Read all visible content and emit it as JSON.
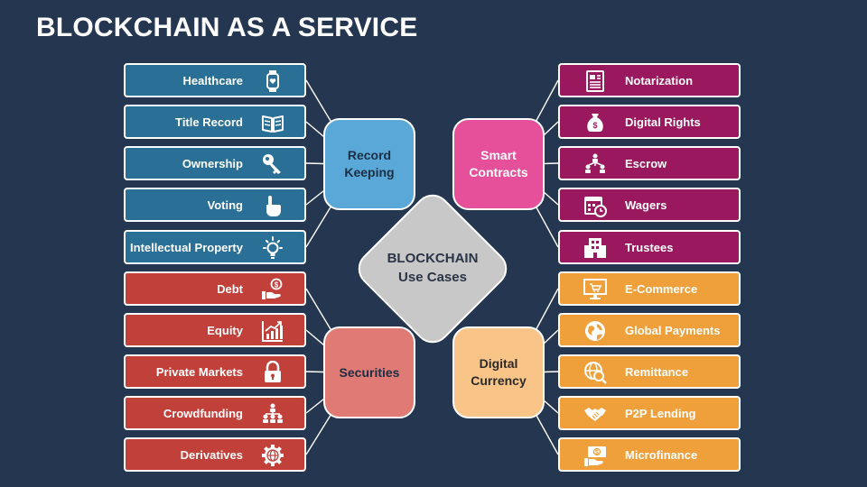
{
  "title": "BLOCKCHAIN AS A SERVICE",
  "center": {
    "line1": "BLOCKCHAIN",
    "line2": "Use Cases"
  },
  "colors": {
    "background": "#253650",
    "record_keeping_item": "#2a6f96",
    "record_keeping_hub": "#5aa8d8",
    "smart_contracts_item": "#99185e",
    "smart_contracts_hub": "#e6509a",
    "securities_item": "#c2403a",
    "securities_hub": "#e07a74",
    "digital_currency_item": "#f0a03a",
    "digital_currency_hub": "#f8c488"
  },
  "groups": {
    "record_keeping": {
      "label": "Record\nKeeping",
      "items": [
        {
          "label": "Healthcare",
          "icon": "smartwatch-heart-icon"
        },
        {
          "label": "Title Record",
          "icon": "open-book-icon"
        },
        {
          "label": "Ownership",
          "icon": "key-icon"
        },
        {
          "label": "Voting",
          "icon": "pointing-hand-icon"
        },
        {
          "label": "Intellectual Property",
          "icon": "lightbulb-icon"
        }
      ]
    },
    "smart_contracts": {
      "label": "Smart\nContracts",
      "items": [
        {
          "label": "Notarization",
          "icon": "document-icon"
        },
        {
          "label": "Digital Rights",
          "icon": "money-bag-icon"
        },
        {
          "label": "Escrow",
          "icon": "people-network-icon"
        },
        {
          "label": "Wagers",
          "icon": "calendar-clock-icon"
        },
        {
          "label": "Trustees",
          "icon": "building-icon"
        }
      ]
    },
    "securities": {
      "label": "Securities",
      "items": [
        {
          "label": "Debt",
          "icon": "hand-coin-icon"
        },
        {
          "label": "Equity",
          "icon": "growth-chart-icon"
        },
        {
          "label": "Private Markets",
          "icon": "padlock-icon"
        },
        {
          "label": "Crowdfunding",
          "icon": "crowd-network-icon"
        },
        {
          "label": "Derivatives",
          "icon": "gear-globe-icon"
        }
      ]
    },
    "digital_currency": {
      "label": "Digital\nCurrency",
      "items": [
        {
          "label": "E-Commerce",
          "icon": "monitor-cart-icon"
        },
        {
          "label": "Global Payments",
          "icon": "globe-icon"
        },
        {
          "label": "Remittance",
          "icon": "globe-search-icon"
        },
        {
          "label": "P2P Lending",
          "icon": "handshake-icon"
        },
        {
          "label": "Microfinance",
          "icon": "cash-hand-icon"
        }
      ]
    }
  }
}
